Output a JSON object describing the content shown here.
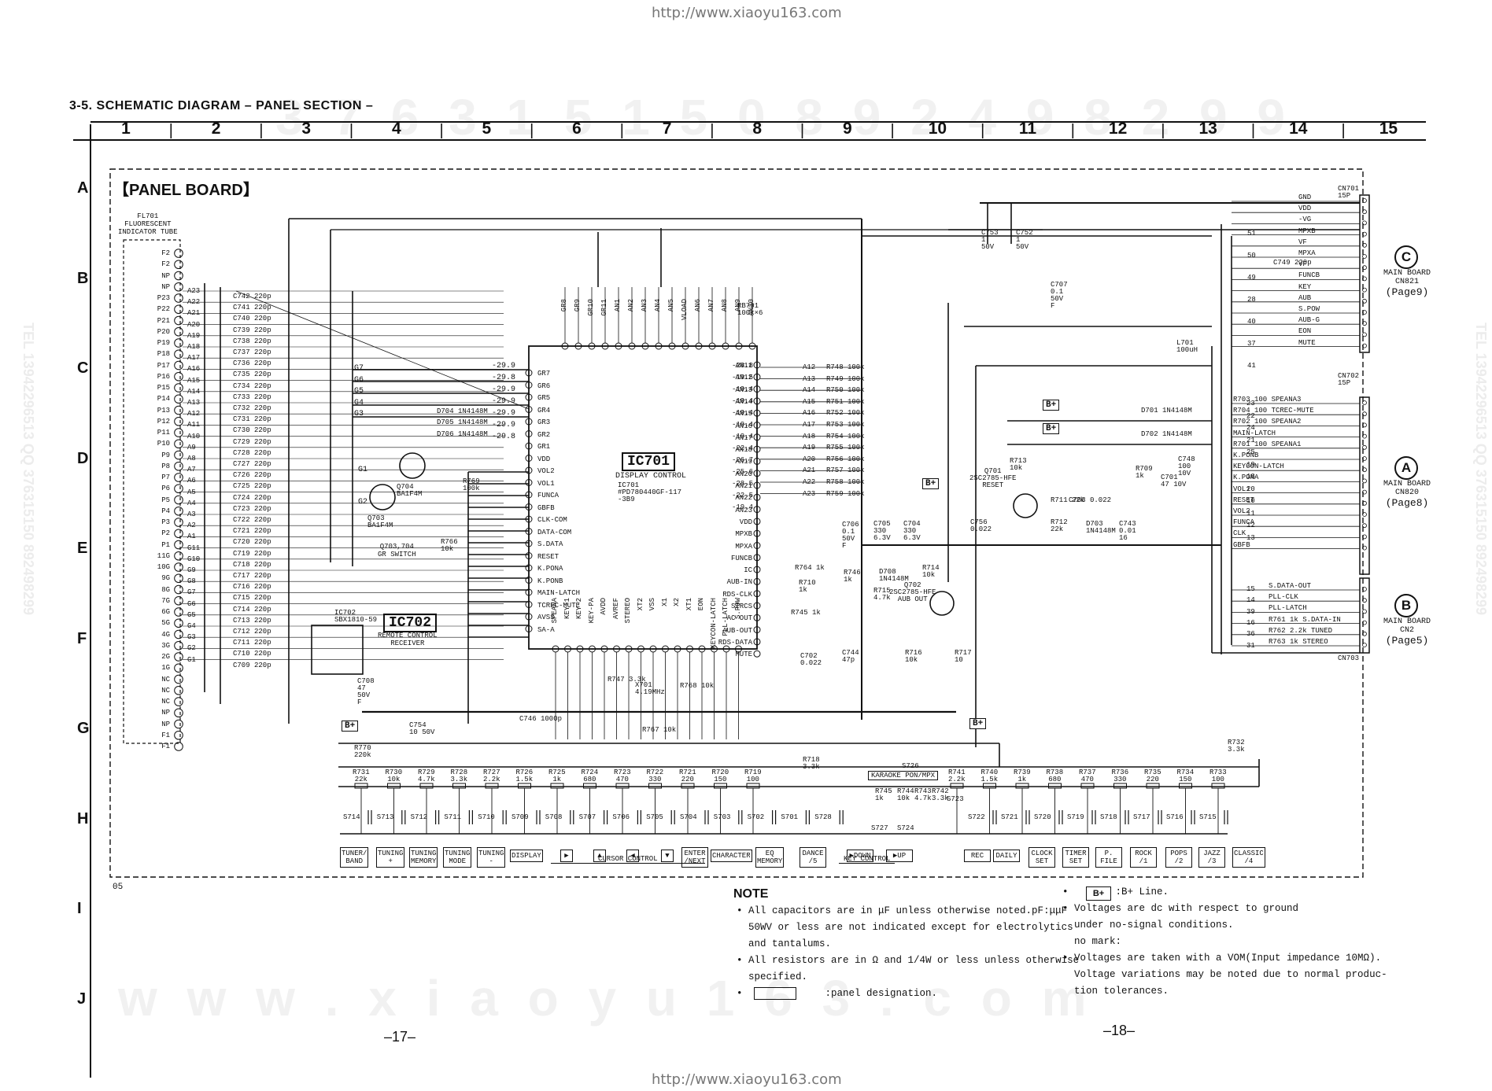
{
  "header": {
    "url_top": "http://www.xiaoyu163.com",
    "url_bottom": "http://www.xiaoyu163.com",
    "section_title": "3-5.  SCHEMATIC DIAGRAM  – PANEL SECTION –"
  },
  "grid": {
    "columns": [
      "1",
      "2",
      "3",
      "4",
      "5",
      "6",
      "7",
      "8",
      "9",
      "10",
      "11",
      "12",
      "13",
      "14",
      "15"
    ],
    "rows": [
      "A",
      "B",
      "C",
      "D",
      "E",
      "F",
      "G",
      "H",
      "I",
      "J"
    ]
  },
  "board": {
    "title": "【PANEL BOARD】",
    "corner_mark": "05"
  },
  "fl701": {
    "label": "FL701\nFLUORESCENT\nINDICATOR TUBE",
    "pins": [
      "F2",
      "F2",
      "NP",
      "NP",
      "P23",
      "P22",
      "P21",
      "P20",
      "P19",
      "P18",
      "P17",
      "P16",
      "P15",
      "P14",
      "P13",
      "P12",
      "P11",
      "P10",
      "P9",
      "P8",
      "P7",
      "P6",
      "P5",
      "P4",
      "P3",
      "P2",
      "P1",
      "11G",
      "10G",
      "9G",
      "8G",
      "7G",
      "6G",
      "5G",
      "4G",
      "3G",
      "2G",
      "1G",
      "NC",
      "NC",
      "NC",
      "NP",
      "NP",
      "F1",
      "F1"
    ]
  },
  "anode_labels": [
    "A23",
    "A22",
    "A21",
    "A20",
    "A19",
    "A18",
    "A17",
    "A16",
    "A15",
    "A14",
    "A13",
    "A12",
    "A11",
    "A10",
    "A9",
    "A8",
    "A7",
    "A6",
    "A5",
    "A4",
    "A3",
    "A2",
    "A1",
    "G11",
    "G10",
    "G9",
    "G8",
    "G7",
    "G6",
    "G5",
    "G4",
    "G3",
    "G2",
    "G1"
  ],
  "caps_left": [
    "C742 220p",
    "C741 220p",
    "C740 220p",
    "C739 220p",
    "C738 220p",
    "C737 220p",
    "C736 220p",
    "C735 220p",
    "C734 220p",
    "C733 220p",
    "C732 220p",
    "C731 220p",
    "C730 220p",
    "C729 220p",
    "C728 220p",
    "C727 220p",
    "C726 220p",
    "C725 220p",
    "C724 220p",
    "C723 220p",
    "C722 220p",
    "C721 220p",
    "C720 220p",
    "C719 220p",
    "C718 220p",
    "C717 220p",
    "C716 220p",
    "C715 220p",
    "C714 220p",
    "C713 220p",
    "C712 220p",
    "C711 220p",
    "C710 220p",
    "C709 220p"
  ],
  "ic701": {
    "name": "IC701",
    "desc": "DISPLAY CONTROL",
    "part": "IC701\n#PD780440GF-117\n-3B9"
  },
  "ic702": {
    "name": "IC702",
    "desc": "REMOTE CONTROL\nRECEIVER",
    "part": "IC702\nSBX1810-59"
  },
  "q703": {
    "label": "Q703,704\nGR SWITCH",
    "q704": "Q704\nBA1F4M",
    "q703": "Q703\nBA1F4M"
  },
  "q701": {
    "label": "Q701\n2SC2785-HFE\nRESET"
  },
  "q702": {
    "label": "Q702\n2SC2785-HFE\nAUB OUT"
  },
  "right_resistors": [
    "R748 100k",
    "R749 100k",
    "R750 100k",
    "R751 100k",
    "R752 100k",
    "R753 100k",
    "R754 100k",
    "R755 100k",
    "R756 100k",
    "R757 100k",
    "R758 100k",
    "R759 100k"
  ],
  "right_anodes": [
    "A12",
    "A13",
    "A14",
    "A15",
    "A16",
    "A17",
    "A18",
    "A19",
    "A20",
    "A21",
    "A22",
    "A23"
  ],
  "cn701": {
    "name": "CN701\n15P",
    "signals": [
      "GND",
      "VDD",
      "-VG",
      "MPXB",
      "VF",
      "MPXA",
      "VF",
      "FUNCB",
      "KEY",
      "AUB",
      "S.POW",
      "AUB-G",
      "EON",
      "MUTE"
    ],
    "pin_nums": [
      "51",
      "50",
      "49",
      "28",
      "40",
      "37",
      "41"
    ]
  },
  "cn702": {
    "name": "CN702\n15P",
    "signals": [
      "R703 100 SPEANA3",
      "R704 100 TCREC-MUTE",
      "R702 100 SPEANA2",
      "MAIN-LATCH",
      "R701 100 SPEANA1",
      "K.PONB",
      "KEYCON-LATCH",
      "K.PONA",
      "VOL1",
      "RESET",
      "VOL2",
      "FUNCA",
      "CLK",
      "GBFB"
    ],
    "pin_nums": [
      "23",
      "22",
      "24",
      "21",
      "25",
      "19",
      "18",
      "20",
      "10",
      "11",
      "12",
      "13"
    ]
  },
  "cn703": {
    "name": "CN703",
    "signals": [
      "S.DATA-OUT",
      "PLL-CLK",
      "PLL-LATCH",
      "R761 1k S.DATA-IN",
      "R762 2.2k TUNED",
      "R763 1k STEREO"
    ],
    "pin_nums": [
      "15",
      "14",
      "39",
      "16",
      "36",
      "31"
    ]
  },
  "main_boards": [
    {
      "letter": "C",
      "line1": "MAIN BOARD",
      "line2": "CN821",
      "page": "(Page9)"
    },
    {
      "letter": "A",
      "line1": "MAIN BOARD",
      "line2": "CN820",
      "page": "(Page8)"
    },
    {
      "letter": "B",
      "line1": "MAIN BOARD",
      "line2": "CN2",
      "page": "(Page5)"
    }
  ],
  "misc_parts": {
    "c753": "C753\n1\n50V",
    "c752": "C752\n1\n50V",
    "c707": "C707\n0.1\n50V\nF",
    "c749": "C749 220p",
    "l701": "L701\n100uH",
    "d701": "D701 1N4148M",
    "d702": "D702 1N4148M",
    "c748": "C748\n100\n10V",
    "c701": "C701\n47 10V",
    "r709": "R709\n1k",
    "r713": "R713\n10k",
    "c703": "C703 0.022",
    "r711": "R711 22k",
    "r712": "R712\n22k",
    "d703": "D703\n1N4148M",
    "c743": "C743\n0.01\n16",
    "c756": "C756\n0.022",
    "c705": "C705\n330\n6.3V",
    "c704": "C704\n330\n6.3V",
    "c706": "C706\n0.1\n50V\nF",
    "d704": "D704 1N4148M",
    "d705": "D705 1N4148M",
    "d706": "D706 1N4148M",
    "d708": "D708\n1N4148M",
    "r769": "R769\n100k",
    "r766": "R766\n10k",
    "r746": "R746\n1k",
    "r764": "R764 1k",
    "r710": "R710\n1k",
    "r745": "R745 1k",
    "r714": "R714\n10k",
    "r715": "R715\n4.7k",
    "r716": "R716\n10k",
    "r717": "R717\n10",
    "c744": "C744\n47p",
    "c702": "C702\n0.022",
    "c708": "C708\n47\n50V\nF",
    "c754": "C754\n10 50V",
    "r770": "R770\n220k",
    "r747": "R747 3.3k",
    "x701": "X701\n4.19MHz",
    "r768": "R768 10k",
    "r767": "R767 10k",
    "c746": "C746 1000p",
    "rb701": "RB701\n100k×6",
    "r718": "R718\n3.3k",
    "r732": "R732\n3.3k",
    "s726": "S726"
  },
  "ic701_left_volts": [
    "-29.9",
    "-29.8",
    "-29.9",
    "-29.9",
    "-29.9",
    "-29.9",
    "-29.8"
  ],
  "ic701_right_volts": [
    "-28.8",
    "-19.5",
    "-19.4",
    "-19.4",
    "-19.4",
    "-19.4",
    "-19.4",
    "-22.4",
    "-26.7",
    "-25.6",
    "-28.5",
    "-22.5",
    "-19.4"
  ],
  "ic701_left_pins": [
    "GR7",
    "GR6",
    "GR5",
    "GR4",
    "GR3",
    "GR2",
    "GR1",
    "VDD",
    "VOL2",
    "VOL1",
    "FUNCA",
    "GBFB",
    "CLK-COM",
    "DATA-COM",
    "S.DATA",
    "RESET",
    "K.PONA",
    "K.PONB",
    "MAIN-LATCH",
    "TCREC-MUTE",
    "AVSS",
    "SA-A"
  ],
  "ic701_right_pins": [
    "AN11",
    "AN12",
    "AN13",
    "AN14",
    "AN15",
    "AN16",
    "AN17",
    "AN18",
    "AN19",
    "AN20",
    "AN21",
    "AN22",
    "AN23",
    "VDD",
    "MPXB",
    "MPXA",
    "FUNCB",
    "IC",
    "AUB-IN",
    "RDS-CLK",
    "SIRCS",
    "AC OUT",
    "AUB-OUT",
    "RDS-DATA",
    "MUTE"
  ],
  "ic701_top_pins": [
    "GR8",
    "GR9",
    "GR10",
    "GR11",
    "AN1",
    "AN2",
    "AN3",
    "AN4",
    "AN5",
    "VLOAD",
    "AN6",
    "AN7",
    "AN8",
    "AN9",
    "AN10"
  ],
  "ic701_bottom_pins": [
    "SPEANA",
    "KEY-1",
    "KEY-2",
    "KEY-PA",
    "AVDD",
    "AVREF",
    "STEREO",
    "XT2",
    "VSS",
    "X1",
    "X2",
    "XT1",
    "EON",
    "KEYCON-LATCH",
    "PLL-LATCH",
    "S.POW"
  ],
  "g_lines": [
    "G7",
    "G6",
    "G5",
    "G4",
    "G3"
  ],
  "g1_g2": [
    "G1",
    "G2"
  ],
  "key_resistors": [
    "R731\n22k",
    "R730\n10k",
    "R729\n4.7k",
    "R728\n3.3k",
    "R727\n2.2k",
    "R726\n1.5k",
    "R725\n1k",
    "R724\n680",
    "R723\n470",
    "R722\n330",
    "R721\n220",
    "R720\n150",
    "R719\n100"
  ],
  "key_resistors_right": [
    "R741\n2.2k",
    "R740\n1.5k",
    "R739\n1k",
    "R738\n680",
    "R737\n470",
    "R736\n330",
    "R735\n220",
    "R734\n150",
    "R733\n100"
  ],
  "karaoke": {
    "label": "KARAOKE PON/MPX",
    "r745": "R745\n1k",
    "r744": "R744\n10k",
    "r743": "R743\n4.7k",
    "r742": "R742\n3.3k",
    "s723": "S723",
    "s727": "S727",
    "s724": "S724"
  },
  "switches_left": [
    "S714",
    "S713",
    "S712",
    "S711",
    "S710",
    "S709",
    "S708",
    "S707",
    "S706",
    "S705",
    "S704",
    "S703",
    "S702",
    "S701",
    "S728"
  ],
  "switches_right": [
    "S722",
    "S721",
    "S720",
    "S719",
    "S718",
    "S717",
    "S716",
    "S715"
  ],
  "buttons": [
    {
      "label": "TUNER/\nBAND"
    },
    {
      "label": "TUNING\n+"
    },
    {
      "label": "TUNING\nMEMORY"
    },
    {
      "label": "TUNING\nMODE"
    },
    {
      "label": "TUNING\n-"
    },
    {
      "label": "DISPLAY"
    },
    {
      "label": "▶"
    },
    {
      "label": "▲"
    },
    {
      "label": "◀"
    },
    {
      "label": "▼"
    },
    {
      "label": "ENTER\n/NEXT"
    },
    {
      "label": "CHARACTER"
    },
    {
      "label": "EQ\nMEMORY"
    },
    {
      "label": "DANCE\n/5"
    },
    {
      "label": "▶DOWN"
    },
    {
      "label": "▶UP"
    },
    {
      "label": "REC"
    },
    {
      "label": "DAILY"
    },
    {
      "label": "CLOCK\nSET"
    },
    {
      "label": "TIMER\nSET"
    },
    {
      "label": "P.\nFILE"
    },
    {
      "label": "ROCK\n/1"
    },
    {
      "label": "POPS\n/2"
    },
    {
      "label": "JAZZ\n/3"
    },
    {
      "label": "CLASSIC\n/4"
    }
  ],
  "button_groups": {
    "cursor": "CURSOR CONTROL",
    "key": "KEY CONTROL"
  },
  "bplus_label": "B+",
  "notes": {
    "title": "NOTE",
    "left": [
      "• All capacitors are in μF unless otherwise noted.pF:μμF",
      "  50WV or less are not indicated except for electrolytics",
      "  and tantalums.",
      "• All resistors are in Ω and 1/4W or less unless otherwise",
      "  specified.",
      "•              :panel designation."
    ],
    "right": [
      "•        :B+ Line.",
      "• Voltages are dc with respect to ground",
      "  under no-signal conditions.",
      "  no mark:",
      "• Voltages are taken with a VOM(Input impedance 10MΩ).",
      "  Voltage variations may be noted due to normal produc-",
      "  tion tolerances."
    ]
  },
  "page_numbers": {
    "left": "–17–",
    "right": "–18–"
  },
  "side_margin_text": {
    "left": "TEL 13942296513  QQ 376315150  892498299",
    "right": "TEL 13942296513  QQ 376315150  892498299"
  },
  "watermark": "w w w . x i a o y u 1 6 3 . c o m",
  "watermark_digits": "3 7 6 3 1 5 1 5 0     8 9 2 4 9 8 2 9 9"
}
